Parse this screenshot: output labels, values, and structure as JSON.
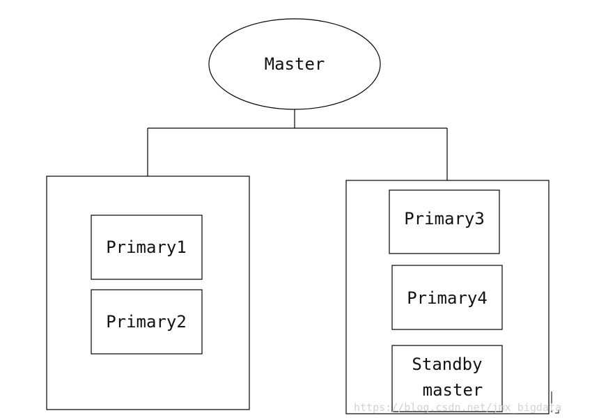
{
  "diagram": {
    "master": {
      "label": "Master"
    },
    "left_group": {
      "primary1": {
        "label": "Primary1"
      },
      "primary2": {
        "label": "Primary2"
      }
    },
    "right_group": {
      "primary3": {
        "label": "Primary3"
      },
      "primary4": {
        "label": "Primary4"
      },
      "standby": {
        "line1": "Standby",
        "line2": "master"
      }
    },
    "watermark": "https://blog.csdn.net/jmx_bigdata"
  }
}
